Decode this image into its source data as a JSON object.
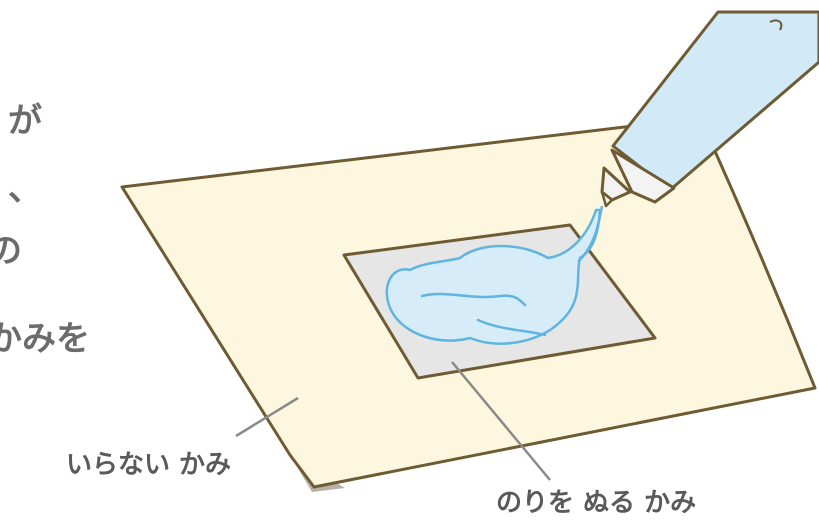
{
  "side_text": [
    "が",
    "、",
    "の",
    "かみを"
  ],
  "labels": {
    "waste_paper": "いらない かみ",
    "glued_paper": "のりを ぬる かみ"
  },
  "colors": {
    "sheet_fill": "#fdf7e0",
    "sheet_stroke": "#6e5b33",
    "sheet_shadow": "#b7b2a6",
    "inner_paper": "#e6e6e6",
    "glue_fill": "#d6ecf8",
    "glue_stroke": "#5fb5e0",
    "tube_fill": "#d2eaf8",
    "cap_fill": "#f3f3f3",
    "text": "#5a5a5a"
  },
  "icons": [
    "glue-tube-icon",
    "glue-blob-icon"
  ]
}
